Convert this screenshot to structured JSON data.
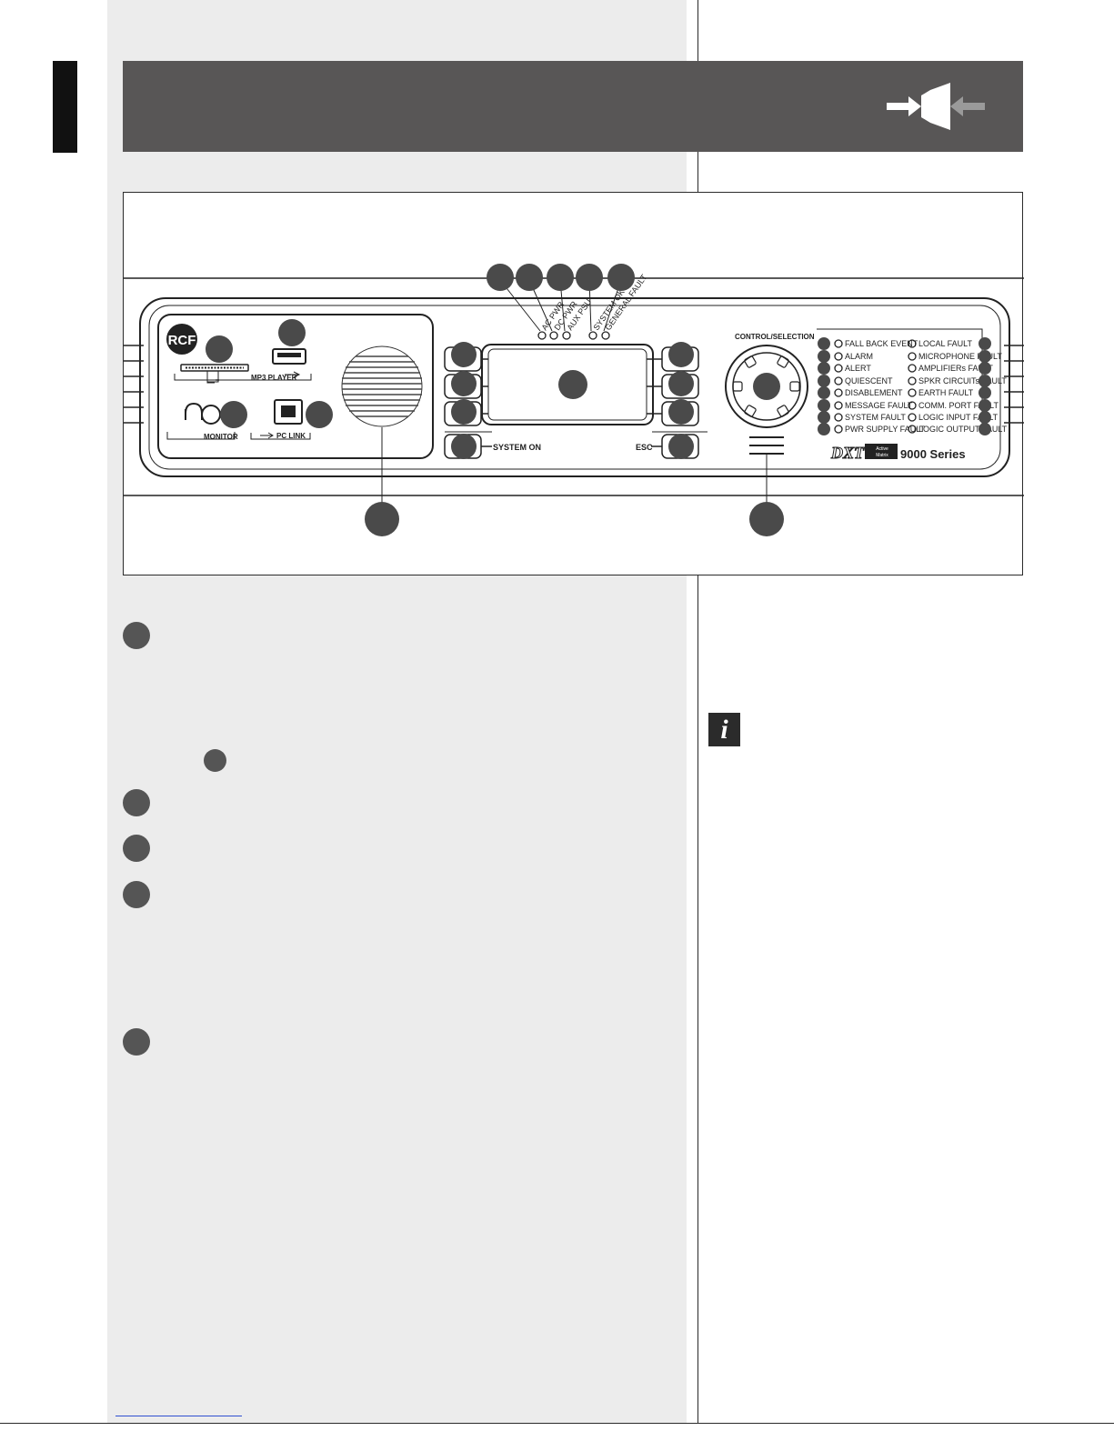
{
  "panel": {
    "brand": "RCF",
    "mp3_player": "MP3 PLAYER",
    "sd": "SD",
    "monitor": "MONITOR",
    "pc_link": "PC LINK",
    "system_on": "SYSTEM ON",
    "esc": "ESC",
    "control_selection": "CONTROL/SELECTION",
    "top_leds": [
      "AC PWR",
      "DC PWR",
      "AUX PSU",
      "SYSTEM OK",
      "GENERAL FAULT"
    ],
    "status_left": [
      "FALL BACK EVENT",
      "ALARM",
      "ALERT",
      "QUIESCENT",
      "DISABLEMENT",
      "MESSAGE FAULT",
      "SYSTEM FAULT",
      "PWR SUPPLY FAULT"
    ],
    "status_right": [
      "LOCAL FAULT",
      "MICROPHONE FAULT",
      "AMPLIFIERs FAULT",
      "SPKR CIRCUITs FAULT",
      "EARTH FAULT",
      "COMM. PORT FAULT",
      "LOGIC INPUT FAULT",
      "LOGIC OUTPUT FAULT"
    ],
    "logo_dxt": "DXT",
    "logo_sub1": "Active",
    "logo_sub2": "Matrix",
    "series": "9000 Series"
  },
  "icons": [
    "input-arrows-icon",
    "info-icon",
    "headphones-icon",
    "usb-icon",
    "sd-card-icon"
  ],
  "colors": {
    "header": "#585656",
    "left_column": "#ececec",
    "callout": "#555555",
    "tab": "#111111"
  }
}
